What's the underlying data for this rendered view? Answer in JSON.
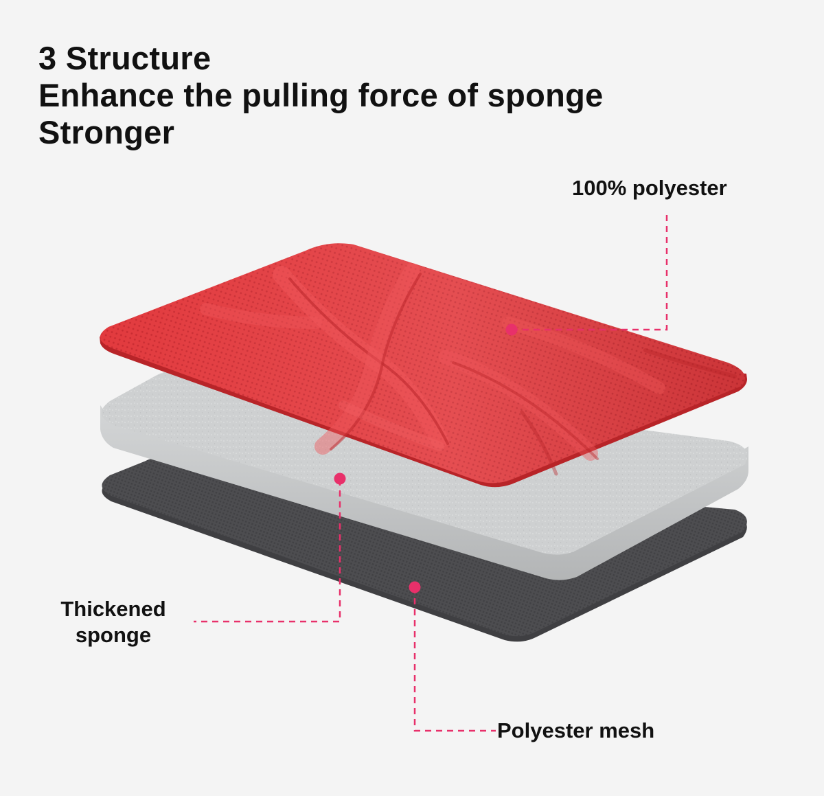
{
  "heading": {
    "line1": "3 Structure",
    "line2": "Enhance the pulling force of sponge",
    "line3": "Stronger"
  },
  "layers": [
    {
      "label": "100% polyester",
      "material": "red-fabric-top",
      "color": "#e63a3f"
    },
    {
      "label_line1": "Thickened",
      "label_line2": "sponge",
      "material": "grey-sponge-middle",
      "color": "#c9cbcc"
    },
    {
      "label": "Polyester mesh",
      "material": "dark-mesh-bottom",
      "color": "#4a4a4c"
    }
  ],
  "colors": {
    "background": "#f4f4f4",
    "leader_line": "#e8306a",
    "text": "#111111"
  }
}
